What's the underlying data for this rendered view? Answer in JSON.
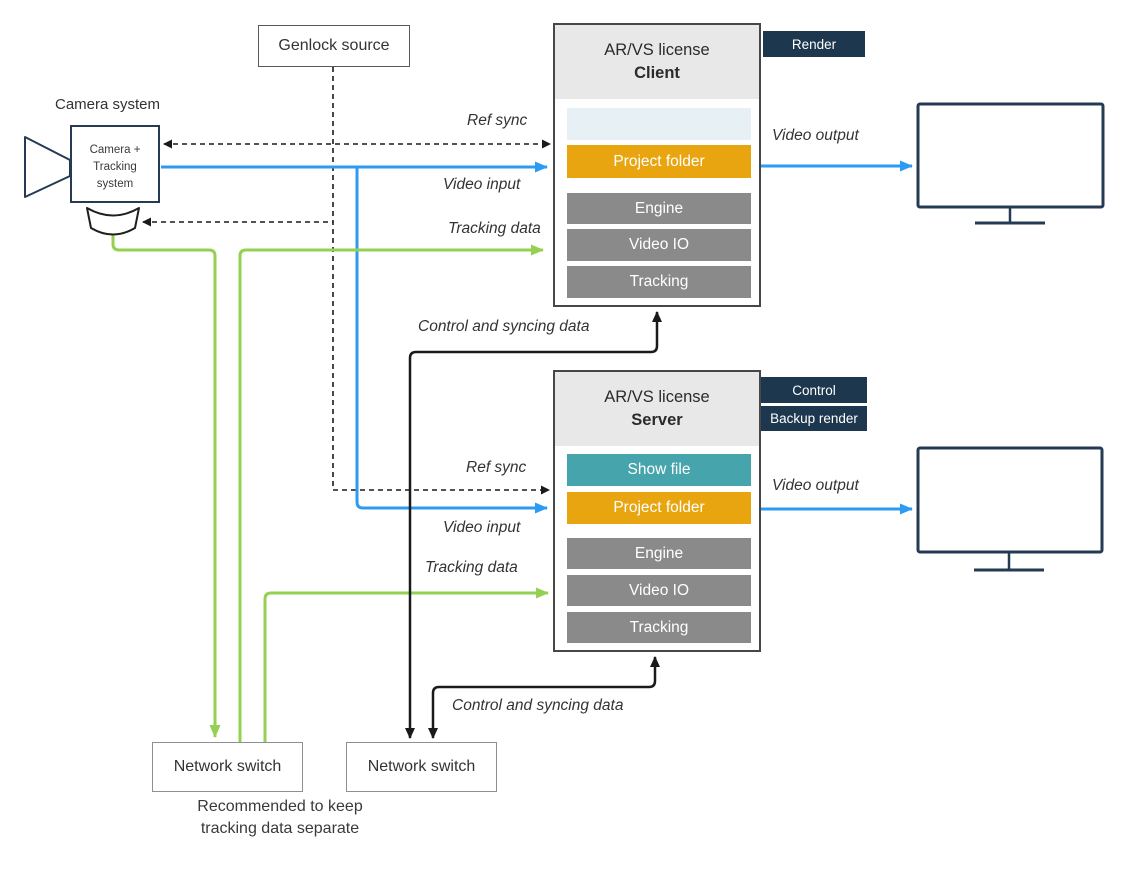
{
  "colors": {
    "blue": "#2E9BF2",
    "green": "#94D052",
    "orange": "#E9A510",
    "teal": "#46A4AC",
    "navy_badge": "#1C374E",
    "navy_outline": "#243B53",
    "module_gray": "#8A8A8A",
    "header_gray": "#E8E8E8",
    "slot_blue": "#E7F1F5",
    "line_black": "#1A1A1A"
  },
  "camera": {
    "label": "Camera system",
    "body_lines": [
      "Camera +",
      "Tracking",
      "system"
    ]
  },
  "genlock": {
    "label": "Genlock source"
  },
  "client": {
    "license": "AR/VS license",
    "role": "Client",
    "badges": [
      "Render"
    ],
    "modules": {
      "project_folder": "Project folder",
      "engine": "Engine",
      "video_io": "Video IO",
      "tracking": "Tracking"
    }
  },
  "server": {
    "license": "AR/VS license",
    "role": "Server",
    "badges": [
      "Control",
      "Backup render"
    ],
    "modules": {
      "show_file": "Show file",
      "project_folder": "Project folder",
      "engine": "Engine",
      "video_io": "Video IO",
      "tracking": "Tracking"
    }
  },
  "flow_labels": {
    "ref_sync": "Ref sync",
    "video_input": "Video input",
    "tracking_data": "Tracking data",
    "video_output": "Video output",
    "control": "Control and syncing data"
  },
  "switches": {
    "left": "Network switch",
    "right": "Network switch"
  },
  "note": {
    "line1": "Recommended to keep",
    "line2": "tracking data separate"
  }
}
